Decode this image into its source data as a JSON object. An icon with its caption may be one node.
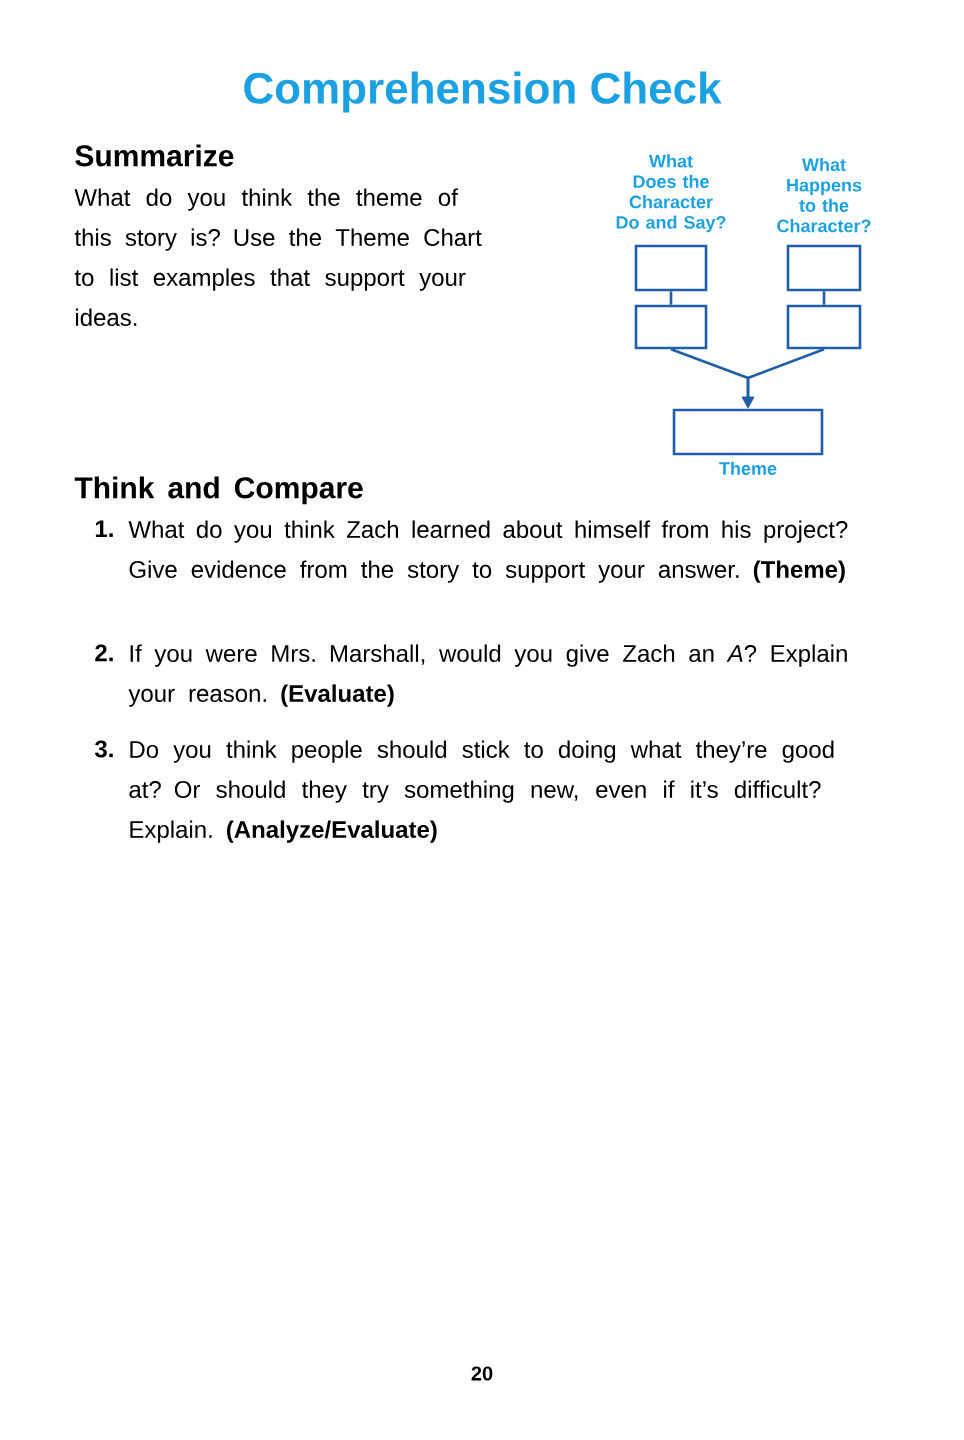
{
  "diagram": {
    "title": "Comprehension Check",
    "nodes": [
      {
        "text": [
          "What Does the Character Do and Say?"
        ]
      },
      {
        "text": [],
        "shape": "box"
      },
      {
        "text": [
          "What Happens to the Character?"
        ]
      },
      {
        "text": [],
        "shape": "box"
      },
      {
        "text": [
          "Theme"
        ]
      }
    ],
    "edges": [
      {
        "from": 0,
        "to": 1,
        "arrow": "none"
      },
      {
        "from": 2,
        "to": 3,
        "arrow": "none"
      },
      {
        "from": 1,
        "to": 4,
        "arrow": "to"
      },
      {
        "from": 3,
        "to": 4,
        "arrow": "to"
      }
    ],
    "labels": [
      "Summarize",
      "What do you think the theme of this story is? Use the Theme Chart to list examples that support your ideas.",
      "Think and Compare",
      "1.",
      "What do you think Zach learned about himself from his project? Give evidence from the story to support your answer. **(Theme)**",
      "2.",
      "If you were Mrs. Marshall, would you give Zach an *A*? Explain your reason. **(Evaluate)**",
      "3.",
      "Do you think people should stick to doing what they’re good at? Or should they try something new, even if it’s difficult? Explain. **(Analyze/Evaluate)**",
      "20"
    ]
  }
}
